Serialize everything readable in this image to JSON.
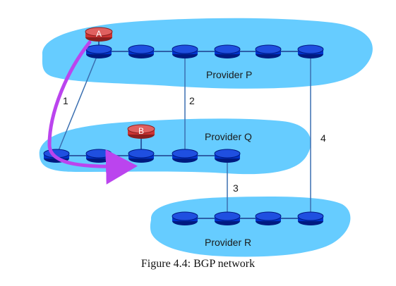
{
  "providers": [
    {
      "id": "P",
      "label": "Provider P"
    },
    {
      "id": "Q",
      "label": "Provider Q"
    },
    {
      "id": "R",
      "label": "Provider R"
    }
  ],
  "hosts": [
    {
      "id": "A",
      "label": "A"
    },
    {
      "id": "B",
      "label": "B"
    }
  ],
  "links": [
    {
      "label": "1"
    },
    {
      "label": "2"
    },
    {
      "label": "3"
    },
    {
      "label": "4"
    }
  ],
  "colors": {
    "cloud": "#66ccff",
    "router": "#0033cc",
    "router_dark": "#001a80",
    "host": "#cc3333",
    "path_arrow": "#bb44ee",
    "link": "#3b6fb0"
  },
  "caption": "Figure 4.4: BGP network"
}
